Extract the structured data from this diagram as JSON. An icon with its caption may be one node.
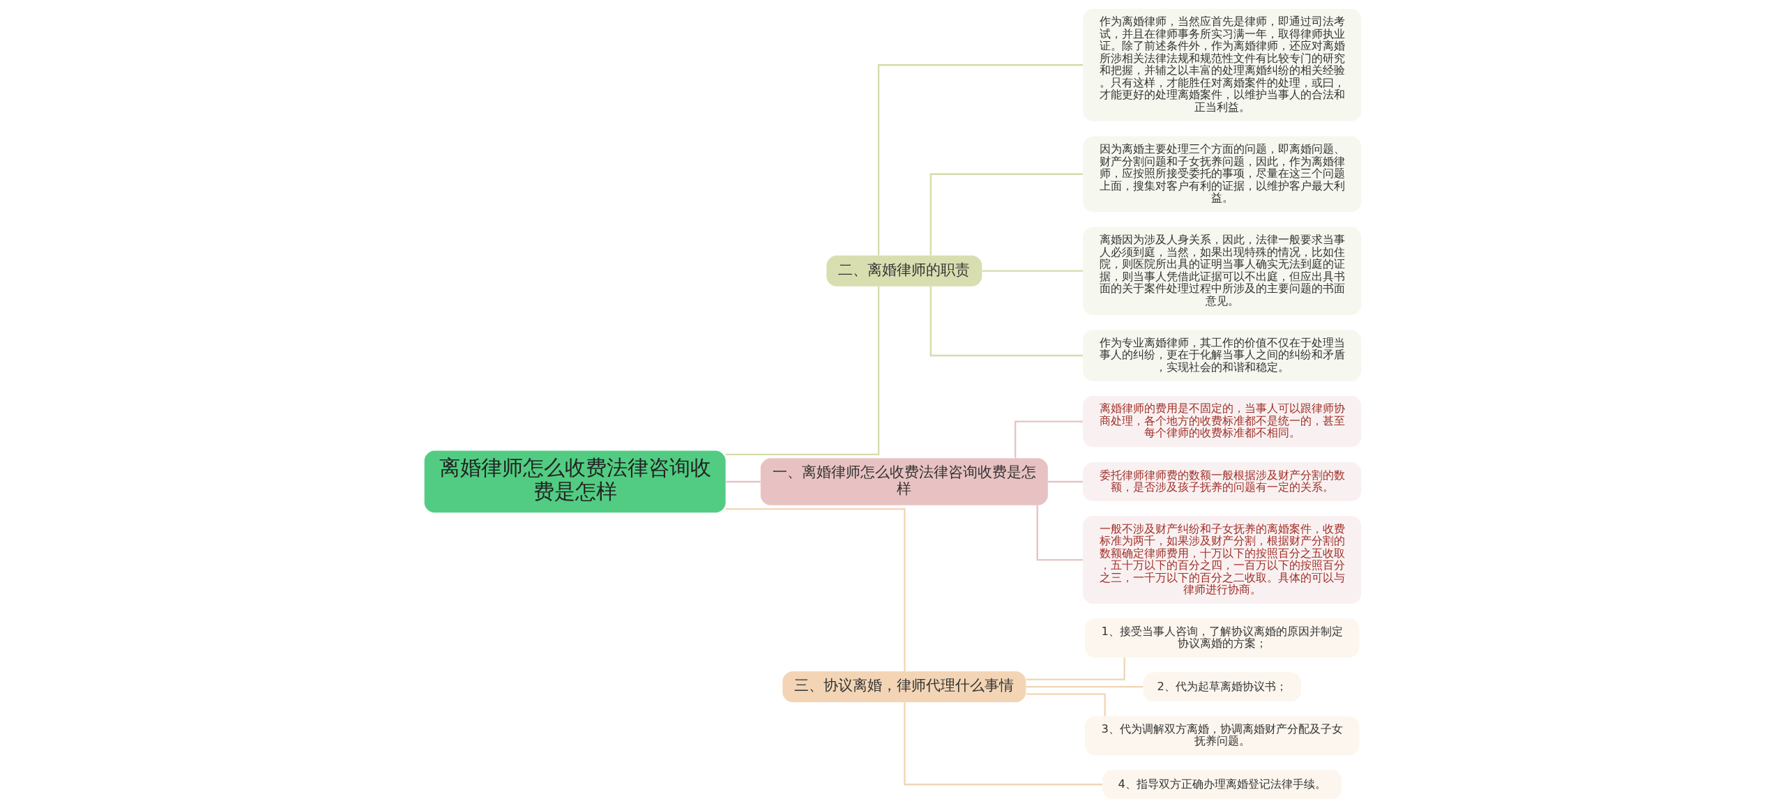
{
  "diagram": {
    "nodes": [
      {
        "text": [
          "离婚律师怎么收费法律咨询收费是怎样"
        ]
      },
      {
        "text": [
          "二、离婚律师的职责"
        ]
      },
      {
        "text": [
          "作为离婚律师，当然应首先是律师，即通过司法考试，并且在律师事务所实习满一年，取得律师执业证。除了前述条件外，作为离婚律师，还应对离婚所涉相关法律法规和规范性文件有比较专门的研究和把握，并辅之以丰富的处理离婚纠纷的相关经验。只有这样，才能胜任对离婚案件的处理，或曰，才能更好的处理离婚案件，以维护当事人的合法和正当利益。"
        ]
      },
      {
        "text": [
          "因为离婚主要处理三个方面的问题，即离婚问题、财产分割问题和子女抚养问题，因此，作为离婚律师，应按照所接受委托的事项，尽量在这三个问题上面，搜集对客户有利的证据，以维护客户最大利益。"
        ]
      },
      {
        "text": [
          "离婚因为涉及人身关系，因此，法律一般要求当事人必须到庭，当然，如果出现特殊的情况，比如住院，则医院所出具的证明当事人确实无法到庭的证据，则当事人凭借此证据可以不出庭，但应出具书面的关于案件处理过程中所涉及的主要问题的书面意见。"
        ]
      },
      {
        "text": [
          "作为专业离婚律师，其工作的价值不仅在于处理当事人的纠纷，更在于化解当事人之间的纠纷和矛盾，实现社会的和谐和稳定。"
        ]
      },
      {
        "text": [
          "一、离婚律师怎么收费法律咨询收费是怎样"
        ]
      },
      {
        "text": [
          "离婚律师的费用是不固定的，当事人可以跟律师协商处理，各个地方的收费标准都不是统一的，甚至每个律师的收费标准都不相同。"
        ]
      },
      {
        "text": [
          "委托律师律师费的数额一般根据涉及财产分割的数额，是否涉及孩子抚养的问题有一定的关系。"
        ]
      },
      {
        "text": [
          "一般不涉及财产纠纷和子女抚养的离婚案件，收费标准为两千，如果涉及财产分割，根据财产分割的数额确定律师费用，十万以下的按照百分之五收取，五十万以下的百分之四，一百万以下的按照百分之三，一千万以下的百分之二收取。具体的可以与律师进行协商。"
        ]
      },
      {
        "text": [
          "三、协议离婚，律师代理什么事情"
        ]
      },
      {
        "text": [
          "1、接受当事人咨询，了解协议离婚的原因并制定协议离婚的方案；"
        ]
      },
      {
        "text": [
          "2、代为起草离婚协议书；"
        ]
      },
      {
        "text": [
          "3、代为调解双方离婚，协调离婚财产分配及子女抚养问题。"
        ]
      },
      {
        "text": [
          "4、指导双方正确办理离婚登记法律手续。"
        ]
      }
    ],
    "edges": [
      {
        "from": 0,
        "to": 1,
        "arrow": "none",
        "color": "#d6dbaa"
      },
      {
        "from": 1,
        "to": 2,
        "arrow": "none",
        "color": "#d6dbaa"
      },
      {
        "from": 1,
        "to": 3,
        "arrow": "none",
        "color": "#d6dbaa"
      },
      {
        "from": 1,
        "to": 4,
        "arrow": "none",
        "color": "#d6dbaa"
      },
      {
        "from": 1,
        "to": 5,
        "arrow": "none",
        "color": "#d6dbaa"
      },
      {
        "from": 0,
        "to": 6,
        "arrow": "none",
        "color": "#e5c3c3"
      },
      {
        "from": 6,
        "to": 7,
        "arrow": "none",
        "color": "#e5c3c3"
      },
      {
        "from": 6,
        "to": 8,
        "arrow": "none",
        "color": "#e5c3c3"
      },
      {
        "from": 6,
        "to": 9,
        "arrow": "none",
        "color": "#e5c3c3"
      },
      {
        "from": 0,
        "to": 10,
        "arrow": "none",
        "color": "#f0d5b5"
      },
      {
        "from": 10,
        "to": 11,
        "arrow": "none",
        "color": "#f0d5b5"
      },
      {
        "from": 10,
        "to": 12,
        "arrow": "none",
        "color": "#f0d5b5"
      },
      {
        "from": 10,
        "to": 13,
        "arrow": "none",
        "color": "#f0d5b5"
      },
      {
        "from": 10,
        "to": 14,
        "arrow": "none",
        "color": "#f0d5b5"
      }
    ]
  }
}
